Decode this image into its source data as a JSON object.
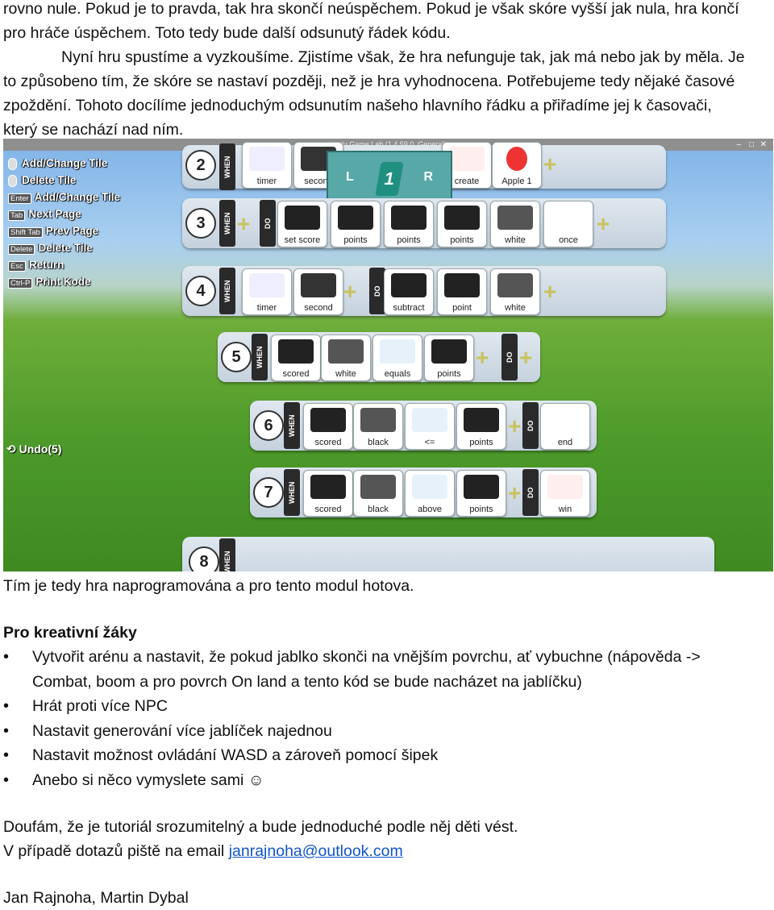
{
  "intro": {
    "lines": [
      "rovno nule. Pokud je to pravda, tak hra skončí neúspěchem. Pokud je však skóre vyšší jak nula, hra končí",
      "pro hráče úspěchem. Toto tedy bude další odsunutý řádek kódu.",
      "Nyní hru spustíme a vyzkoušíme. Zjistíme však, že hra nefunguje tak, jak má nebo jak by měla. Je",
      "to způsobeno tím, že skóre se nastaví později, než je hra vyhodnocena. Potřebujeme tedy nějaké časové",
      "zpoždění. Tohoto docílíme jednoduchým odsunutím našeho hlavního řádku a přiřadíme jej k časovači,",
      "který se nachází nad ním."
    ]
  },
  "screenshot": {
    "window_title": "Kodu Game Lab (1.4.59.0, General)",
    "help": [
      {
        "key": "",
        "label": "Add/Change Tile"
      },
      {
        "key": "",
        "label": "Delete Tile"
      },
      {
        "key": "Enter",
        "label": "Add/Change Tile"
      },
      {
        "key": "Tab",
        "label": "Next Page"
      },
      {
        "key": "Shift Tab",
        "label": "Prev Page"
      },
      {
        "key": "Delete",
        "label": "Delete Tile"
      },
      {
        "key": "Esc",
        "label": "Return"
      },
      {
        "key": "Ctrl-P",
        "label": "Print Kode"
      }
    ],
    "undo": "Undo(5)",
    "pager": {
      "left": "L",
      "right": "R",
      "page": "1"
    },
    "rows": [
      {
        "num": "2",
        "when": [
          "timer",
          "second"
        ],
        "do": [
          "create",
          "Apple 1"
        ]
      },
      {
        "num": "3",
        "when": [],
        "do": [
          "set score",
          "points",
          "points",
          "points",
          "white",
          "once"
        ]
      },
      {
        "num": "4",
        "when": [
          "timer",
          "second"
        ],
        "do": [
          "subtract",
          "point",
          "white"
        ]
      },
      {
        "num": "5",
        "when": [
          "scored",
          "white",
          "equals",
          "points"
        ],
        "do": []
      },
      {
        "num": "6",
        "when": [
          "scored",
          "black",
          "<=",
          "points"
        ],
        "do": [
          "end"
        ]
      },
      {
        "num": "7",
        "when": [
          "scored",
          "black",
          "above",
          "points"
        ],
        "do": [
          "win"
        ]
      },
      {
        "num": "8",
        "when": [],
        "do": []
      }
    ],
    "labels": {
      "when": "WHEN",
      "do": "DO"
    }
  },
  "after": "Tím je tedy hra naprogramována a pro tento modul hotova.",
  "creative": {
    "heading": "Pro kreativní žáky",
    "items": [
      "Vytvořit arénu a nastavit, že pokud jablko skonči na vnějším povrchu, ať vybuchne (nápověda -> Combat, boom a pro povrch On land a tento kód se bude nacházet na jablíčku)",
      "Hrát proti více NPC",
      "Nastavit generování více jablíček najednou",
      "Nastavit možnost ovládání WASD a zároveň pomocí šipek",
      "Anebo si něco vymyslete sami ☺"
    ]
  },
  "closing": {
    "line1": "Doufám, že je tutoriál srozumitelný a bude jednoduché podle něj děti vést.",
    "line2_prefix": "V případě dotazů piště na email ",
    "email": "janrajnoha@outlook.com",
    "authors": "Jan Rajnoha, Martin Dybal"
  }
}
